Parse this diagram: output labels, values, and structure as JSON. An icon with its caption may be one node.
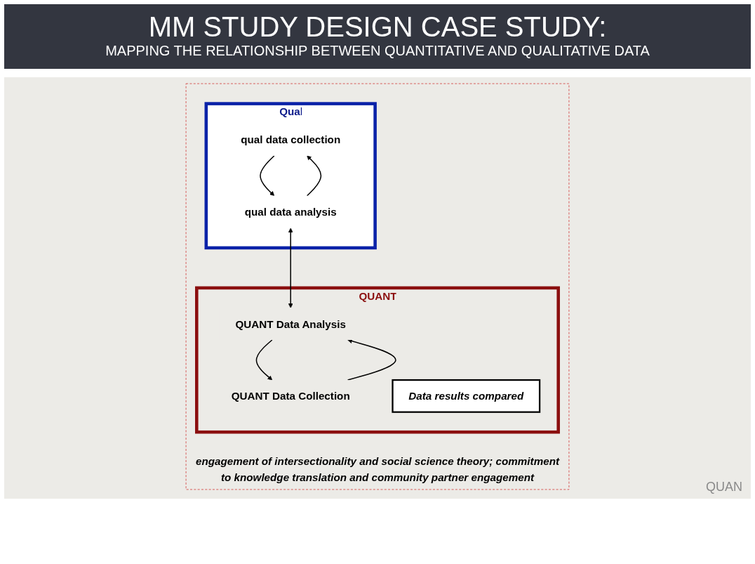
{
  "diagram": {
    "title": "MM STUDY DESIGN CASE STUDY:",
    "nodes": [
      {
        "text": [
          "engagement of intersectionality and social science theory; commitment to knowledge translation and community partner engagement"
        ]
      },
      {
        "text": [
          "QUANT"
        ],
        "in": 0
      },
      {
        "text": [
          "Qual"
        ],
        "in": 0
      },
      {
        "text": [
          "qual data collection"
        ],
        "in": 2
      },
      {
        "text": [
          "qual data analysis"
        ],
        "in": 2
      },
      {
        "text": [
          "Data results compared"
        ],
        "in": 1
      },
      {
        "text": [
          "QUANT Data Collection"
        ],
        "in": 1
      },
      {
        "text": [
          "QUANT Data Analysis"
        ],
        "in": 1
      }
    ],
    "edges": [
      {
        "from": 3,
        "to": 4,
        "arrow": "to"
      },
      {
        "from": 4,
        "to": 3,
        "arrow": "to"
      },
      {
        "from": 6,
        "to": 7,
        "arrow": "to"
      },
      {
        "from": 7,
        "to": 6,
        "arrow": "to"
      },
      {
        "from": 4,
        "to": 7,
        "arrow": "both"
      }
    ],
    "labels": [
      "MAPPING THE RELATIONSHIP BETWEEN QUANTITATIVE AND QUALITATIVE DATA",
      "QUAN"
    ]
  }
}
